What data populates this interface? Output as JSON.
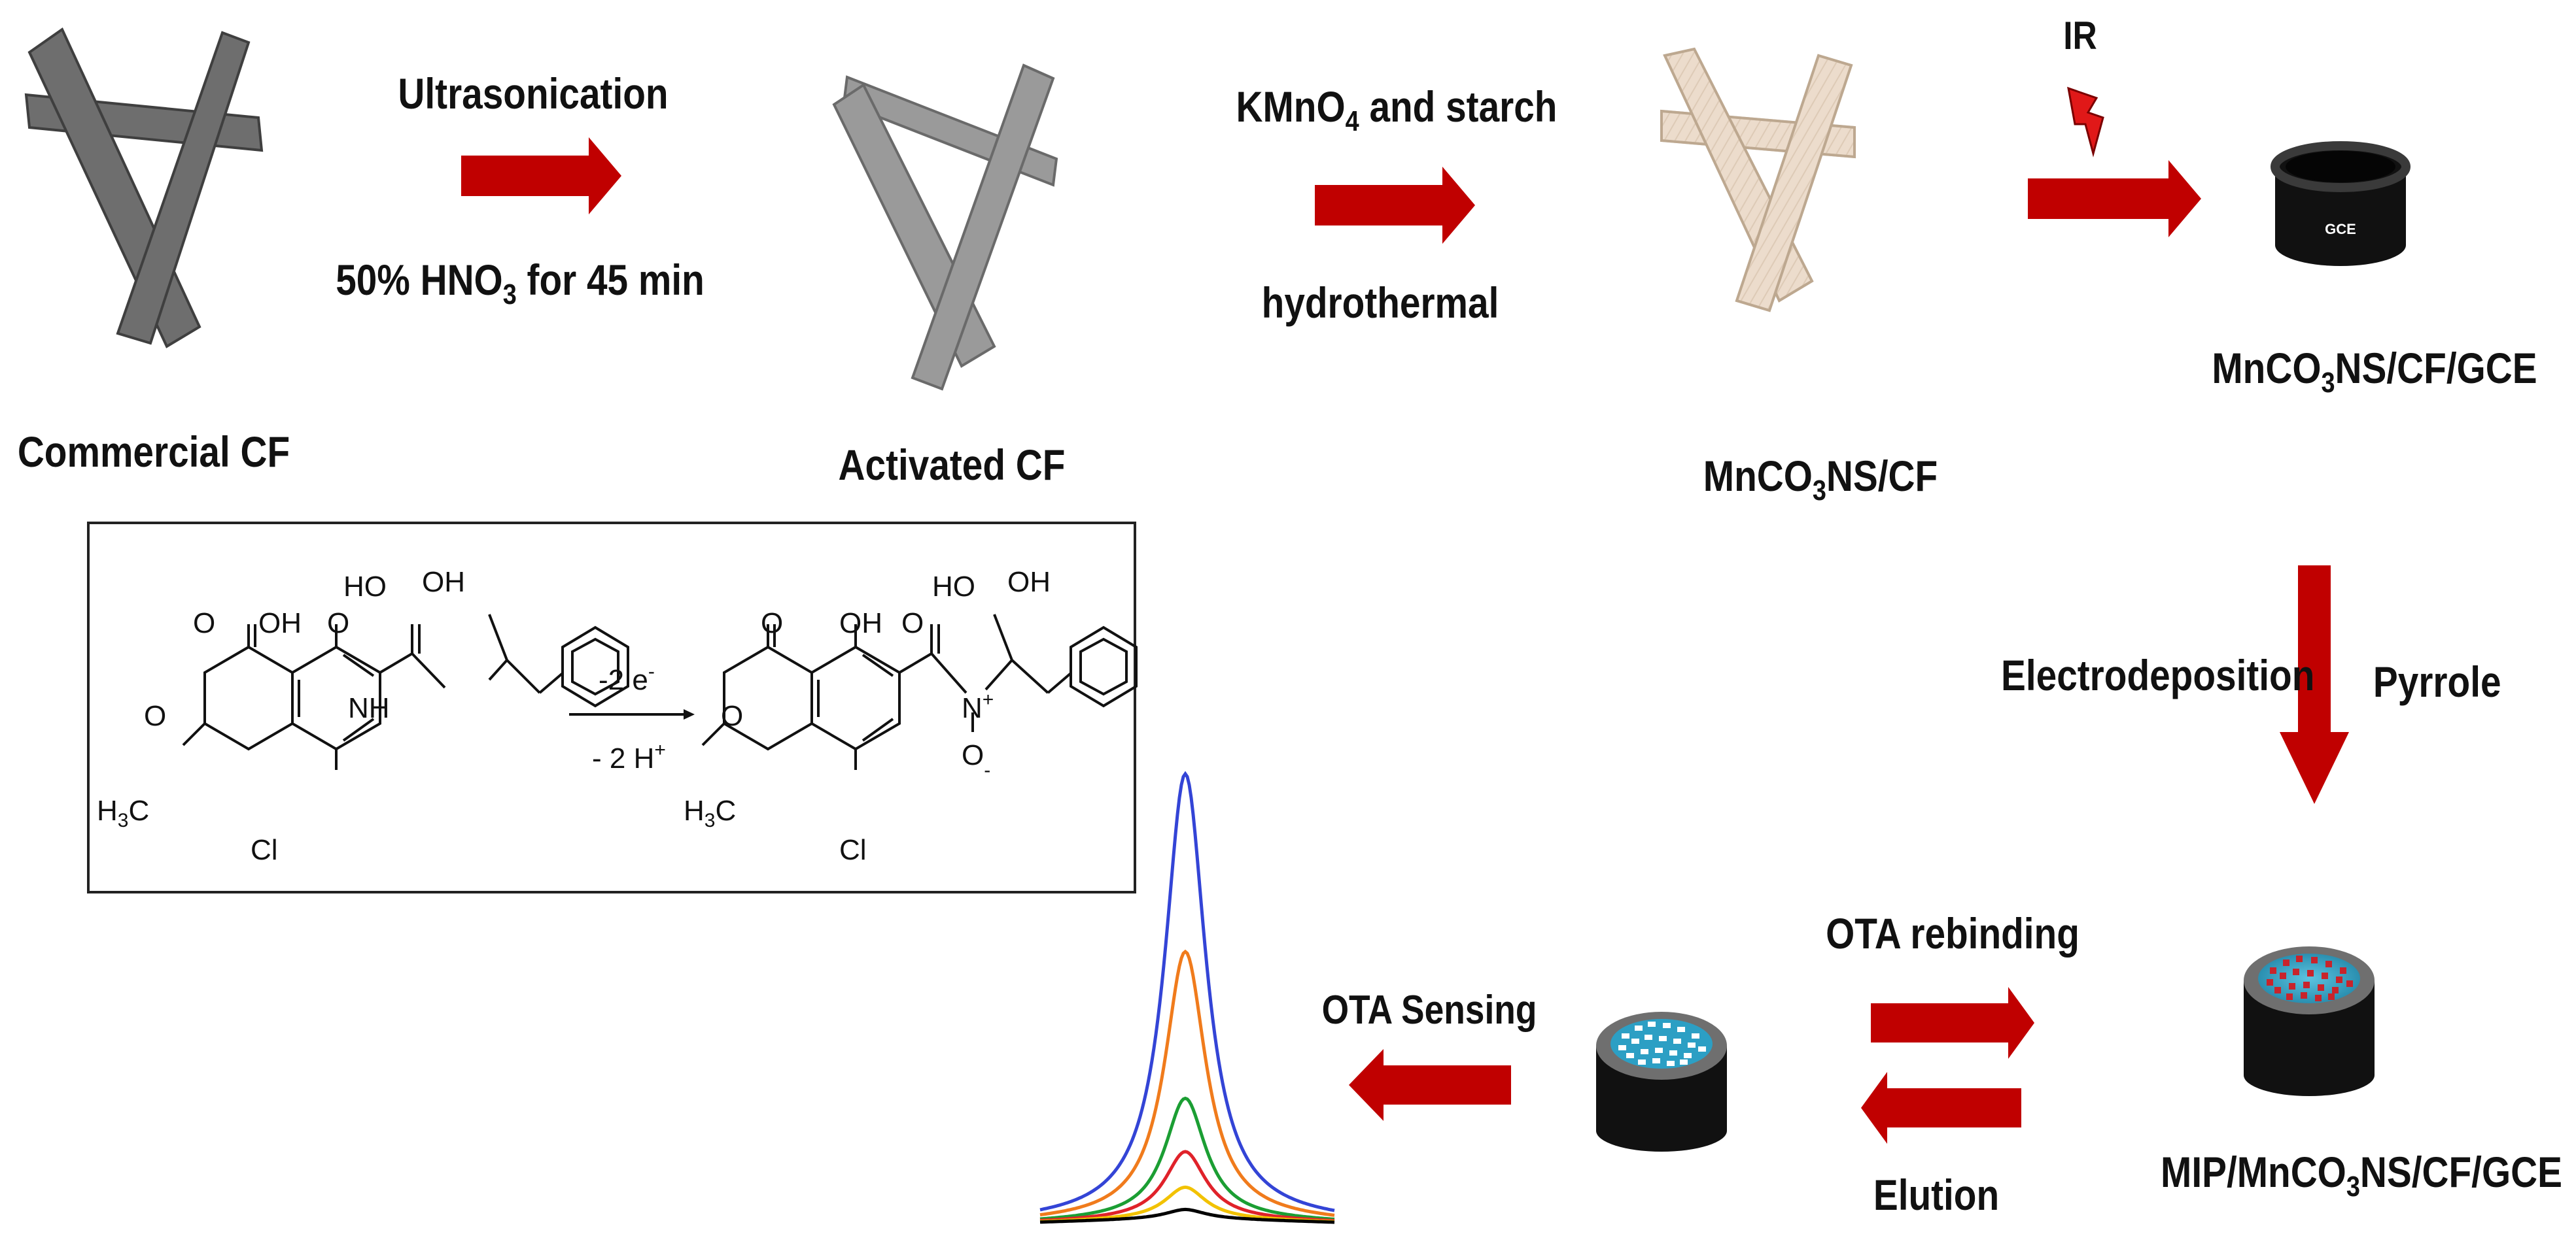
{
  "labels": {
    "commercial_cf": "Commercial CF",
    "activated_cf": "Activated CF",
    "mnco3ns_cf": {
      "pre": "MnCO",
      "sub": "3",
      "post": "NS/CF"
    },
    "mnco3ns_cf_gce": {
      "pre": "MnCO",
      "sub": "3",
      "post": "NS/CF/GCE"
    },
    "mip_mnco3ns_cf_gce": {
      "pre": "MIP/MnCO",
      "sub": "3",
      "post": "NS/CF/GCE"
    },
    "gce_text": "GCE"
  },
  "steps": {
    "ultrasonication": "Ultrasonication",
    "hno3": {
      "pre": "50% HNO",
      "sub": "3",
      "post": " for 45 min"
    },
    "kmno4": {
      "pre": "KMnO",
      "sub": "4",
      "post": " and starch"
    },
    "hydrothermal": "hydrothermal",
    "ir": "IR",
    "electrodeposition": "Electrodeposition",
    "pyrrole": "Pyrrole",
    "ota_rebinding": "OTA rebinding",
    "elution": "Elution",
    "ota_sensing": "OTA Sensing"
  },
  "reaction": {
    "above_arrow": {
      "pre": "-2 e",
      "sup": "-"
    },
    "below_arrow": {
      "pre": "- 2 H",
      "sup": "+"
    },
    "reactant": {
      "o_top": "O",
      "oh": "OH",
      "o_amide": "O",
      "ho": "HO",
      "oh2": "OH",
      "nh": "NH",
      "o_ring": "O",
      "h3c": "H",
      "h3c_sub": "3",
      "h3c_c": "C",
      "cl": "Cl"
    },
    "product": {
      "o_top": "O",
      "oh": "OH",
      "o_amide": "O",
      "ho": "HO",
      "oh2": "OH",
      "n": "N",
      "n_sup": "+",
      "o_minus": "O",
      "o_minus_sup": "-",
      "o_ring": "O",
      "h3c": "H",
      "h3c_sub": "3",
      "h3c_c": "C",
      "cl": "Cl"
    }
  },
  "colors": {
    "arrow_red": "#c00000",
    "fiber_commercial": "#6e6e6e",
    "fiber_activated": "#9a9a9a",
    "fiber_mnco3": "#ecdccc",
    "electrode_body": "#111111",
    "electrode_rim": "#808080",
    "electrode_surface": "#3aa7c9",
    "mip_dots": "#c8242b"
  },
  "peak_curves": [
    {
      "color": "#3344d6",
      "height": 1.0
    },
    {
      "color": "#f07b1c",
      "height": 0.6
    },
    {
      "color": "#1b9e33",
      "height": 0.27
    },
    {
      "color": "#e0222a",
      "height": 0.15
    },
    {
      "color": "#f2c200",
      "height": 0.07
    },
    {
      "color": "#000000",
      "height": 0.02
    }
  ]
}
